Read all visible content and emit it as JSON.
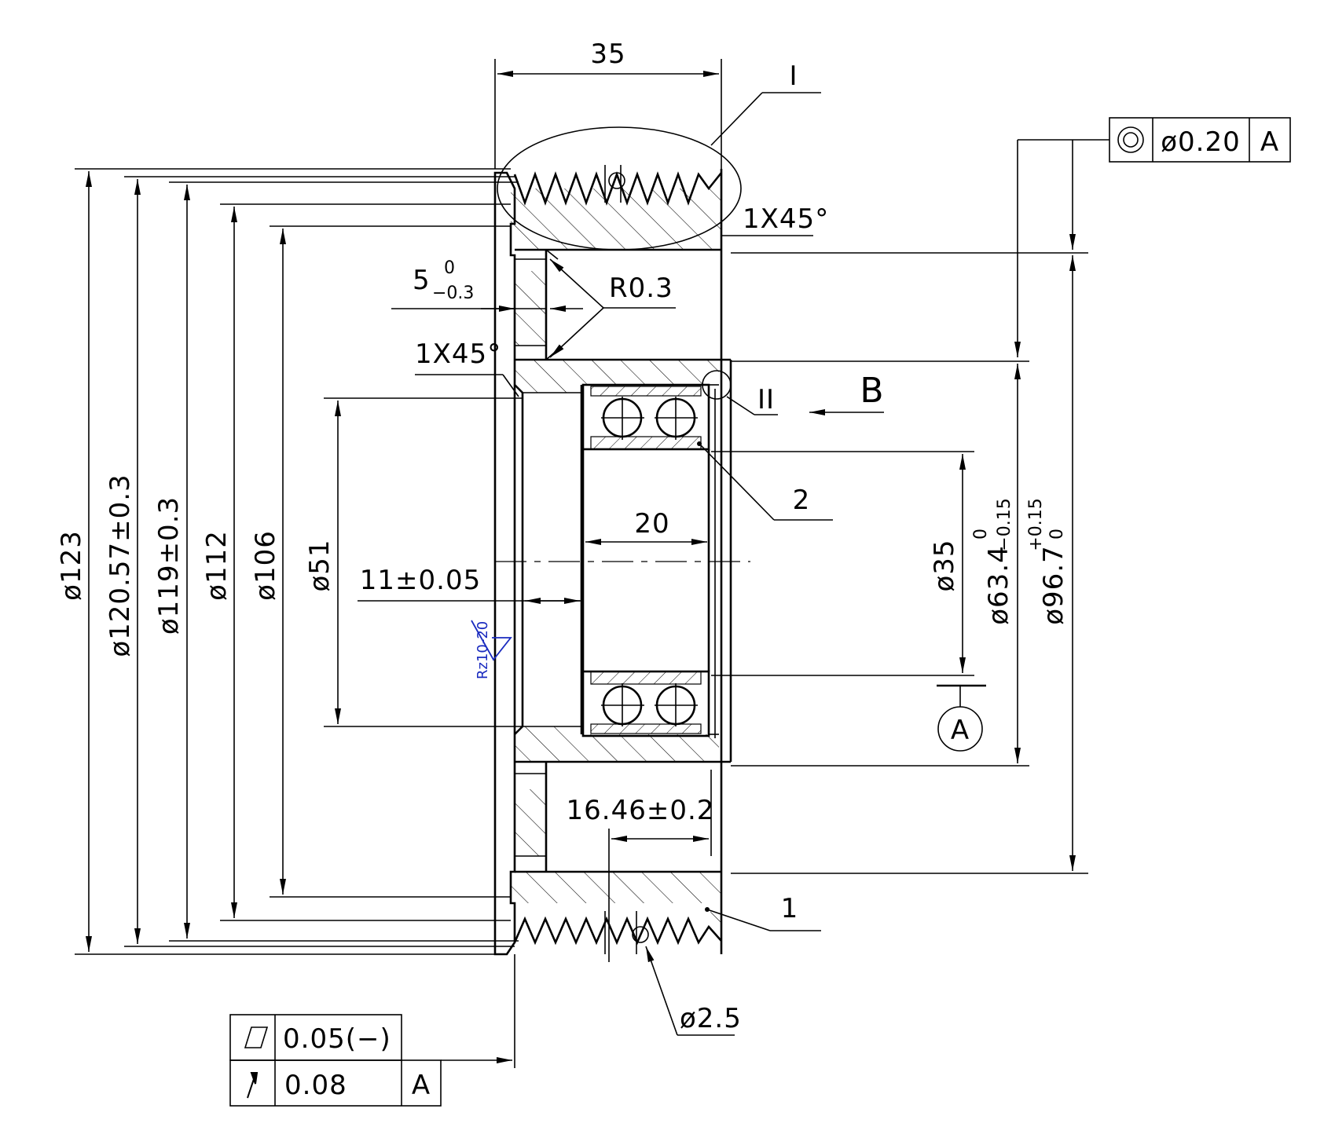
{
  "dimensions": {
    "width_35": "35",
    "d123": "ø123",
    "d120": "ø120.57±0.3",
    "d119": "ø119±0.3",
    "d112": "ø112",
    "d106": "ø106",
    "d51": "ø51",
    "d35": "ø35",
    "d63_main": "ø63.4",
    "d63_upper": "0",
    "d63_lower": "−0.15",
    "d96_main": "ø96.7",
    "d96_upper": "+0.15",
    "d96_lower": "0",
    "w20": "20",
    "w11": "11±0.05",
    "w16": "16.46±0.2",
    "d2_5": "ø2.5",
    "t5_main": "5",
    "t5_upper": "0",
    "t5_lower": "−0.3",
    "r03": "R0.3",
    "chamfer_top": "1X45°",
    "chamfer_left": "1X45°"
  },
  "callouts": {
    "detail_1": "I",
    "detail_2": "II",
    "view_b": "B",
    "part_1": "1",
    "part_2": "2",
    "datum_a": "A"
  },
  "roughness": "Rz10-20",
  "tolerance_frames": {
    "concentricity": {
      "value": "ø0.20",
      "datum": "A"
    },
    "flatness": {
      "value": "0.05(−)"
    },
    "runout": {
      "value": "0.08",
      "datum": "A"
    }
  },
  "icons": {
    "concentricity": "concentricity-icon",
    "flatness": "flatness-icon",
    "runout": "runout-arrow-icon"
  }
}
